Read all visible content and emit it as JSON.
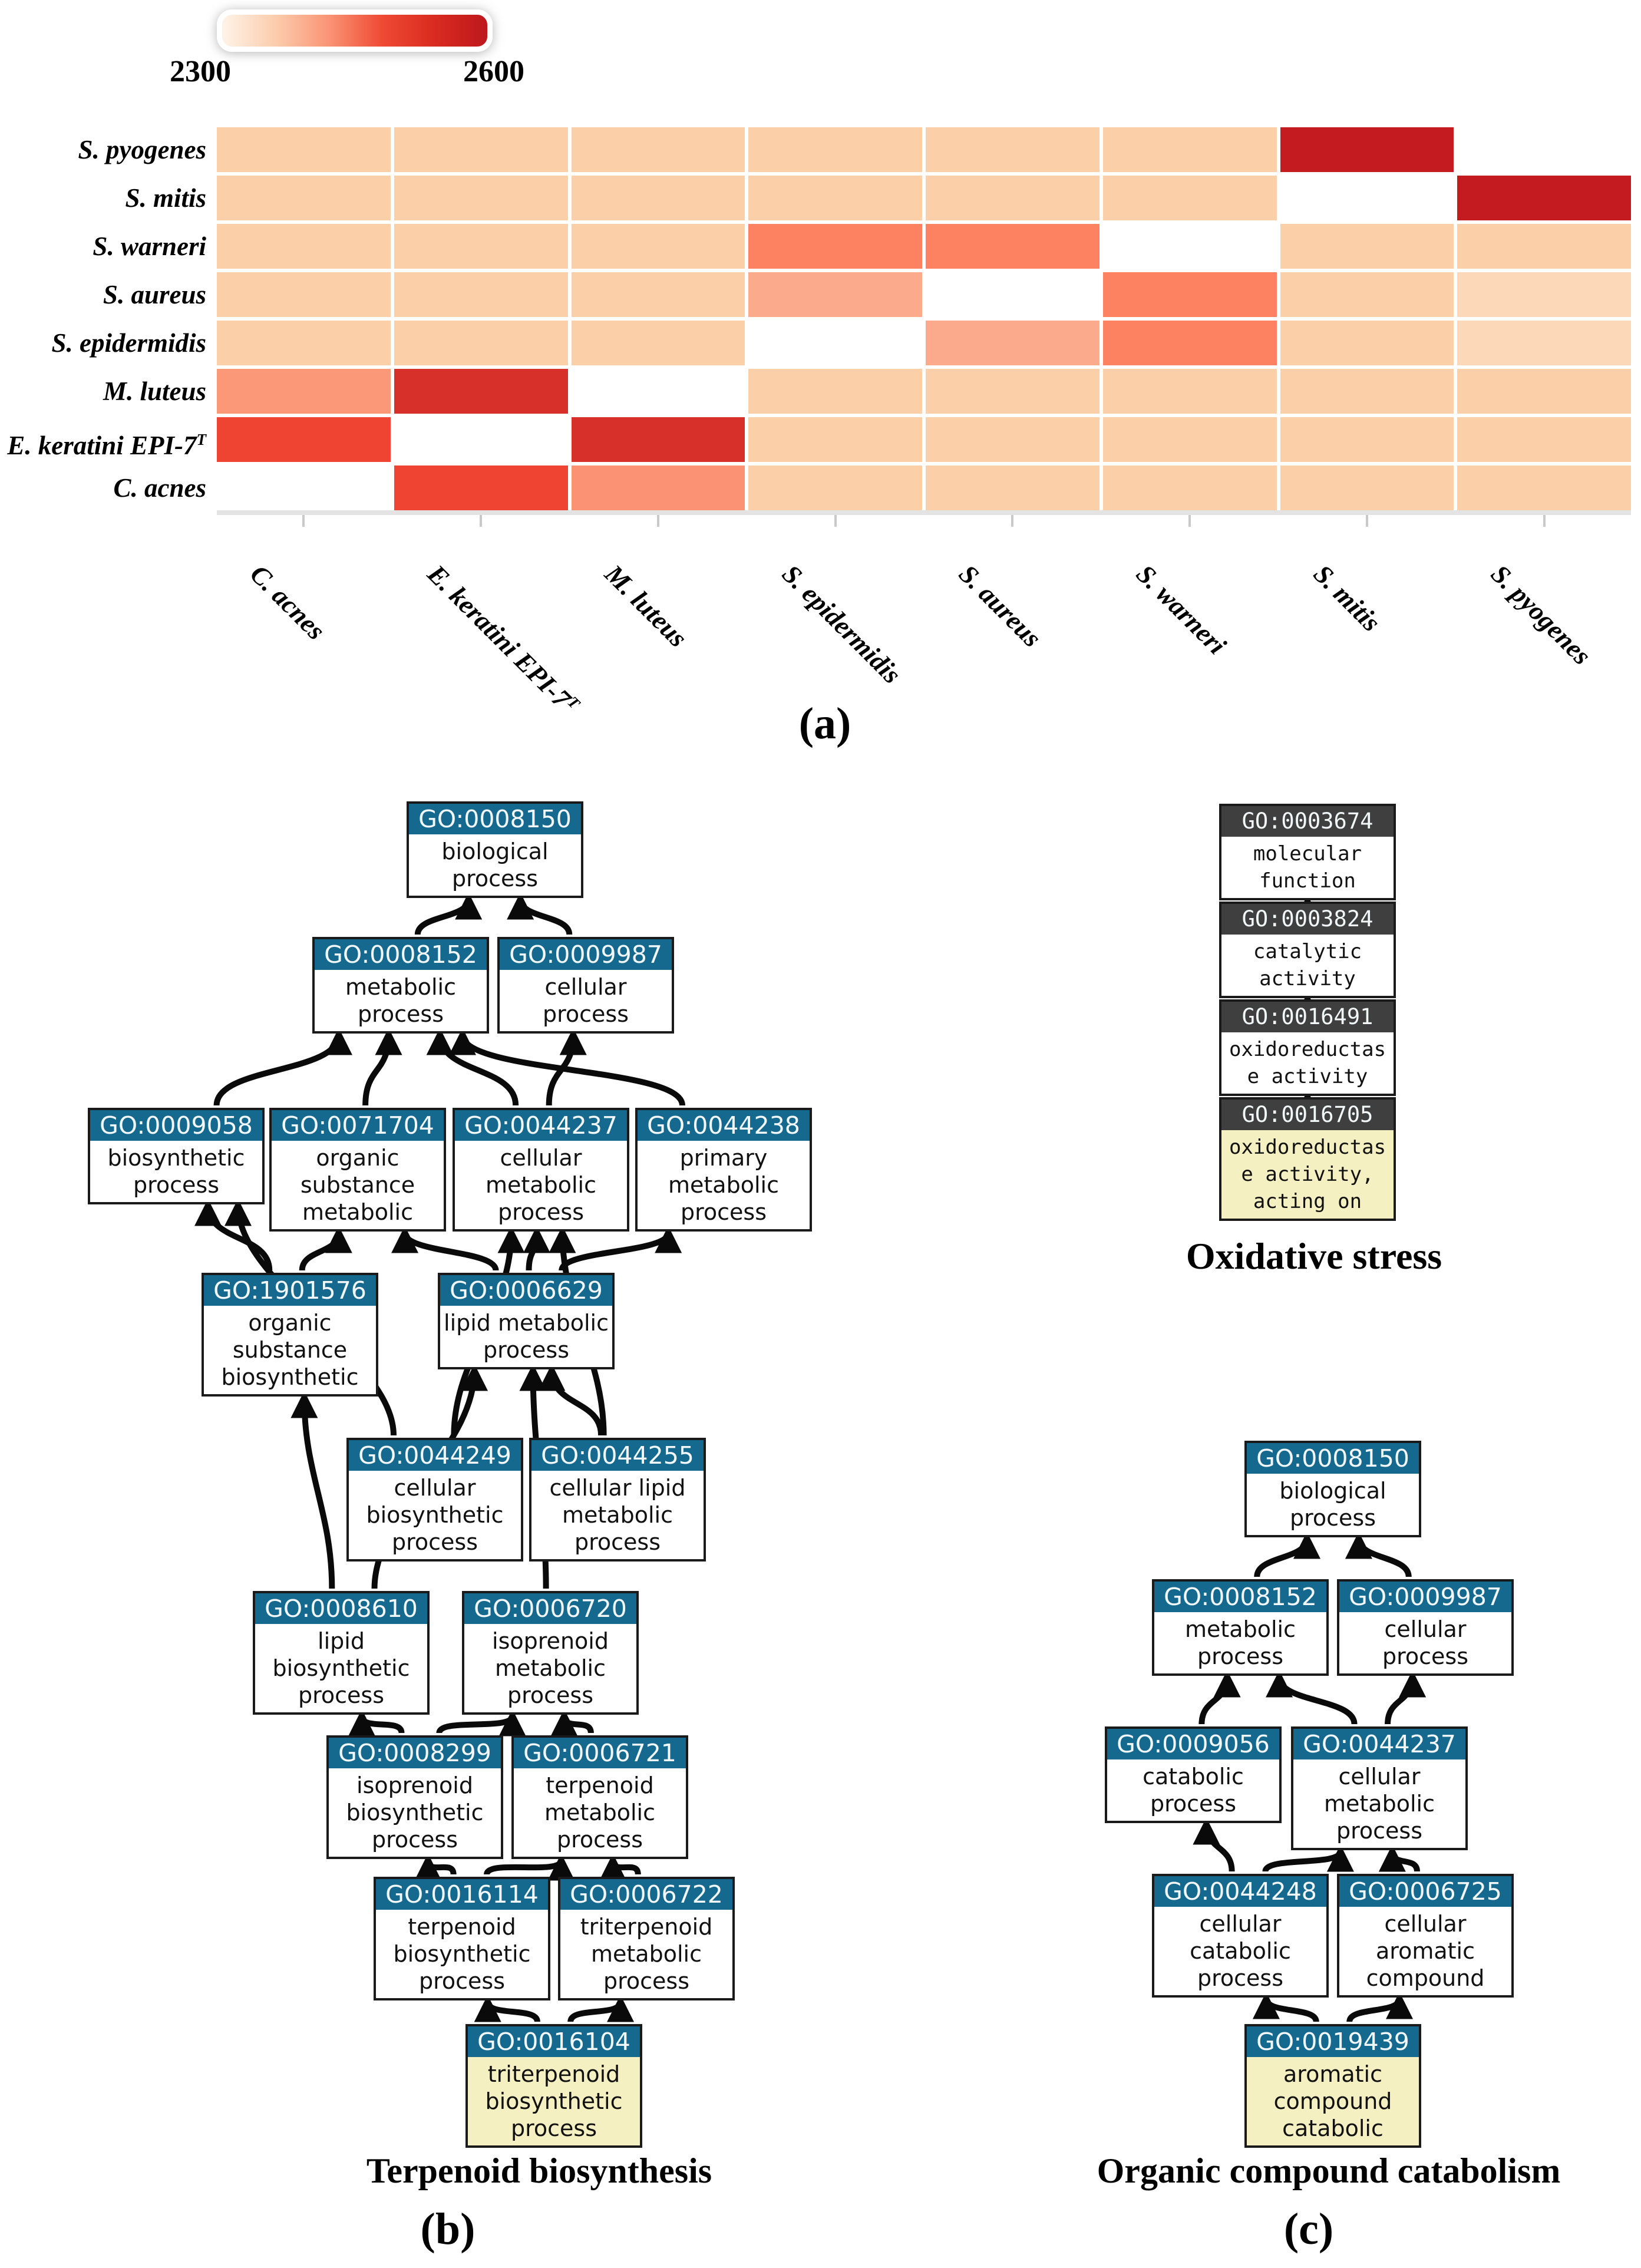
{
  "figure": {
    "panel_a_label": "(a)",
    "panel_b_label": "(b)",
    "panel_c_label": "(c)"
  },
  "heatmap": {
    "colorbar": {
      "min_label": "2300",
      "max_label": "2600",
      "gradient_stops": [
        "#FEF3E8",
        "#FCCDAD",
        "#FA9576",
        "#EF4B35",
        "#D92B20",
        "#BE181D"
      ]
    },
    "row_labels": [
      {
        "text": "S. pyogenes"
      },
      {
        "text": "S. mitis"
      },
      {
        "text": "S. warneri"
      },
      {
        "text": "S. aureus"
      },
      {
        "text": "S. epidermidis"
      },
      {
        "text": "M. luteus"
      },
      {
        "text": "E. keratini EPI-7",
        "sup": "T"
      },
      {
        "text": "C. acnes"
      }
    ],
    "col_labels": [
      {
        "text": "C. acnes"
      },
      {
        "text": "E. keratini EPI-7",
        "sup": "T"
      },
      {
        "text": "M. luteus"
      },
      {
        "text": "S. epidermidis"
      },
      {
        "text": "S. aureus"
      },
      {
        "text": "S. warneri"
      },
      {
        "text": "S. mitis"
      },
      {
        "text": "S. pyogenes"
      }
    ]
  },
  "chart_data": {
    "type": "heatmap",
    "rows": [
      "S. pyogenes",
      "S. mitis",
      "S. warneri",
      "S. aureus",
      "S. epidermidis",
      "M. luteus",
      "E. keratini EPI-7T",
      "C. acnes"
    ],
    "columns": [
      "C. acnes",
      "E. keratini EPI-7T",
      "M. luteus",
      "S. epidermidis",
      "S. aureus",
      "S. warneri",
      "S. mitis",
      "S. pyogenes"
    ],
    "colorbar_range": {
      "min": 2300,
      "max": 2600
    },
    "diagonal_note": "self-comparison cells are blank (white)",
    "values": [
      [
        2370,
        2370,
        2370,
        2370,
        2370,
        2370,
        2600,
        null
      ],
      [
        2370,
        2370,
        2370,
        2370,
        2370,
        2370,
        null,
        2600
      ],
      [
        2370,
        2370,
        2370,
        2465,
        2465,
        null,
        2370,
        2370
      ],
      [
        2370,
        2370,
        2370,
        2430,
        null,
        2465,
        2370,
        2360
      ],
      [
        2370,
        2370,
        2370,
        null,
        2430,
        2465,
        2370,
        2360
      ],
      [
        2450,
        2555,
        null,
        2370,
        2370,
        2370,
        2370,
        2370
      ],
      [
        2520,
        null,
        2555,
        2370,
        2370,
        2370,
        2370,
        2370
      ],
      [
        null,
        2520,
        2455,
        2370,
        2370,
        2370,
        2370,
        2370
      ]
    ],
    "cell_colors": [
      [
        "#FBD0A8",
        "#FBD0A8",
        "#FBD0A8",
        "#FBD0A8",
        "#FBD0A8",
        "#FBD0A8",
        "#C41B20",
        null
      ],
      [
        "#FBD0A8",
        "#FBD0A8",
        "#FBD0A8",
        "#FBD0A8",
        "#FBD0A8",
        "#FBD0A8",
        null,
        "#C41B20"
      ],
      [
        "#FBD0A8",
        "#FBD0A8",
        "#FBD0A8",
        "#FC8262",
        "#FC8262",
        null,
        "#FBD0A8",
        "#FBD0A8"
      ],
      [
        "#FBD0A8",
        "#FBD0A8",
        "#FBD0A8",
        "#FCAA8C",
        null,
        "#FC8262",
        "#FBD0A8",
        "#FDD8B8"
      ],
      [
        "#FBD0A8",
        "#FBD0A8",
        "#FBD0A8",
        null,
        "#FCAA8C",
        "#FC8262",
        "#FBD0A8",
        "#FDD8B8"
      ],
      [
        "#FA9878",
        "#D7302A",
        null,
        "#FBD0A8",
        "#FBD0A8",
        "#FBD0A8",
        "#FBD0A8",
        "#FBD0A8"
      ],
      [
        "#EF4431",
        null,
        "#D7302A",
        "#FBD0A8",
        "#FBD0A8",
        "#FBD0A8",
        "#FBD0A8",
        "#FBD0A8"
      ],
      [
        null,
        "#EF4431",
        "#FA9273",
        "#FBD0A8",
        "#FBD0A8",
        "#FBD0A8",
        "#FBD0A8",
        "#FBD0A8"
      ]
    ]
  },
  "diagrams": {
    "terpenoid": {
      "caption": "Terpenoid biosynthesis",
      "nodes": [
        {
          "id": "GO:0008150",
          "label": "biological\nprocess"
        },
        {
          "id": "GO:0008152",
          "label": "metabolic\nprocess"
        },
        {
          "id": "GO:0009987",
          "label": "cellular\nprocess"
        },
        {
          "id": "GO:0009058",
          "label": "biosynthetic\nprocess"
        },
        {
          "id": "GO:0071704",
          "label": "organic\nsubstance\nmetabolic"
        },
        {
          "id": "GO:0044237",
          "label": "cellular\nmetabolic\nprocess"
        },
        {
          "id": "GO:0044238",
          "label": "primary\nmetabolic\nprocess"
        },
        {
          "id": "GO:1901576",
          "label": "organic\nsubstance\nbiosynthetic"
        },
        {
          "id": "GO:0006629",
          "label": "lipid metabolic\nprocess"
        },
        {
          "id": "GO:0044249",
          "label": "cellular\nbiosynthetic\nprocess"
        },
        {
          "id": "GO:0044255",
          "label": "cellular lipid\nmetabolic\nprocess"
        },
        {
          "id": "GO:0008610",
          "label": "lipid\nbiosynthetic\nprocess"
        },
        {
          "id": "GO:0006720",
          "label": "isoprenoid\nmetabolic\nprocess"
        },
        {
          "id": "GO:0008299",
          "label": "isoprenoid\nbiosynthetic\nprocess"
        },
        {
          "id": "GO:0006721",
          "label": "terpenoid\nmetabolic\nprocess"
        },
        {
          "id": "GO:0016114",
          "label": "terpenoid\nbiosynthetic\nprocess"
        },
        {
          "id": "GO:0006722",
          "label": "triterpenoid\nmetabolic\nprocess"
        },
        {
          "id": "GO:0016104",
          "label": "triterpenoid\nbiosynthetic\nprocess",
          "highlight": true
        }
      ],
      "edges": [
        [
          "GO:0008152",
          "GO:0008150"
        ],
        [
          "GO:0009987",
          "GO:0008150"
        ],
        [
          "GO:0009058",
          "GO:0008152"
        ],
        [
          "GO:0071704",
          "GO:0008152"
        ],
        [
          "GO:0044237",
          "GO:0008152"
        ],
        [
          "GO:0044237",
          "GO:0009987"
        ],
        [
          "GO:0044238",
          "GO:0008152"
        ],
        [
          "GO:1901576",
          "GO:0009058"
        ],
        [
          "GO:1901576",
          "GO:0071704"
        ],
        [
          "GO:0006629",
          "GO:0071704"
        ],
        [
          "GO:0006629",
          "GO:0044237"
        ],
        [
          "GO:0006629",
          "GO:0044238"
        ],
        [
          "GO:0044249",
          "GO:0009058"
        ],
        [
          "GO:0044249",
          "GO:0044237"
        ],
        [
          "GO:0044255",
          "GO:0006629"
        ],
        [
          "GO:0044255",
          "GO:0044237"
        ],
        [
          "GO:0008610",
          "GO:1901576"
        ],
        [
          "GO:0008610",
          "GO:0006629"
        ],
        [
          "GO:0006720",
          "GO:0006629"
        ],
        [
          "GO:0008299",
          "GO:0008610"
        ],
        [
          "GO:0008299",
          "GO:0006720"
        ],
        [
          "GO:0006721",
          "GO:0006720"
        ],
        [
          "GO:0016114",
          "GO:0008299"
        ],
        [
          "GO:0016114",
          "GO:0006721"
        ],
        [
          "GO:0006722",
          "GO:0006721"
        ],
        [
          "GO:0016104",
          "GO:0016114"
        ],
        [
          "GO:0016104",
          "GO:0006722"
        ]
      ]
    },
    "oxidative": {
      "caption": "Oxidative stress",
      "nodes": [
        {
          "id": "GO:0003674",
          "label": "molecular\nfunction"
        },
        {
          "id": "GO:0003824",
          "label": "catalytic\nactivity"
        },
        {
          "id": "GO:0016491",
          "label": "oxidoreductas\ne activity"
        },
        {
          "id": "GO:0016705",
          "label": "oxidoreductas\ne activity,\nacting on",
          "highlight": true
        }
      ],
      "edges": [
        [
          "GO:0003824",
          "GO:0003674"
        ],
        [
          "GO:0016491",
          "GO:0003824"
        ],
        [
          "GO:0016705",
          "GO:0016491"
        ]
      ]
    },
    "catabolism": {
      "caption": "Organic compound catabolism",
      "nodes": [
        {
          "id": "GO:0008150",
          "label": "biological\nprocess"
        },
        {
          "id": "GO:0008152",
          "label": "metabolic\nprocess"
        },
        {
          "id": "GO:0009987",
          "label": "cellular\nprocess"
        },
        {
          "id": "GO:0009056",
          "label": "catabolic\nprocess"
        },
        {
          "id": "GO:0044237",
          "label": "cellular\nmetabolic\nprocess"
        },
        {
          "id": "GO:0044248",
          "label": "cellular\ncatabolic\nprocess"
        },
        {
          "id": "GO:0006725",
          "label": "cellular\naromatic\ncompound"
        },
        {
          "id": "GO:0019439",
          "label": "aromatic\ncompound\ncatabolic",
          "highlight": true
        }
      ],
      "edges": [
        [
          "GO:0008152",
          "GO:0008150"
        ],
        [
          "GO:0009987",
          "GO:0008150"
        ],
        [
          "GO:0009056",
          "GO:0008152"
        ],
        [
          "GO:0044237",
          "GO:0008152"
        ],
        [
          "GO:0044237",
          "GO:0009987"
        ],
        [
          "GO:0044248",
          "GO:0009056"
        ],
        [
          "GO:0044248",
          "GO:0044237"
        ],
        [
          "GO:0006725",
          "GO:0044237"
        ],
        [
          "GO:0019439",
          "GO:0044248"
        ],
        [
          "GO:0019439",
          "GO:0006725"
        ]
      ]
    }
  }
}
